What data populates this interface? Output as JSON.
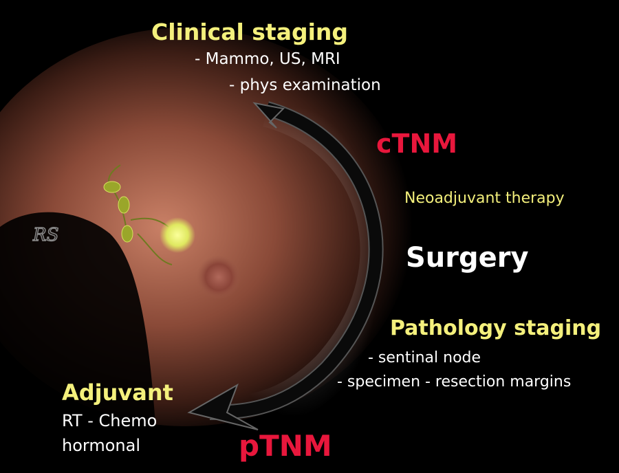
{
  "colors": {
    "background": "#000000",
    "heading": "#f4f07c",
    "tnm": "#e8173c",
    "body_text": "#ffffff",
    "skin": "#b8705a",
    "tumor": "#e8ef70"
  },
  "clinical": {
    "title": "Clinical staging",
    "items": [
      "- Mammo, US, MRI",
      "- phys examination"
    ],
    "stage": "cTNM"
  },
  "neoadjuvant": "Neoadjuvant therapy",
  "surgery": "Surgery",
  "pathology": {
    "title": "Pathology staging",
    "items": [
      "- sentinal node",
      "- specimen - resection margins"
    ],
    "stage": "pTNM"
  },
  "adjuvant": {
    "title": "Adjuvant",
    "items": [
      "RT - Chemo",
      "hormonal"
    ]
  },
  "watermark": "RS"
}
